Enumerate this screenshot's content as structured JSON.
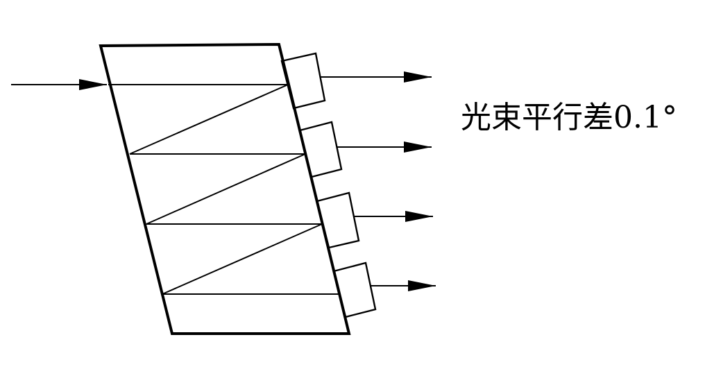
{
  "caption": "光束平行差0.1°",
  "colors": {
    "line": "#000000",
    "background": "#ffffff"
  },
  "counts": {
    "output_beams": 4,
    "detector_blocks": 4,
    "input_beams": 1
  }
}
